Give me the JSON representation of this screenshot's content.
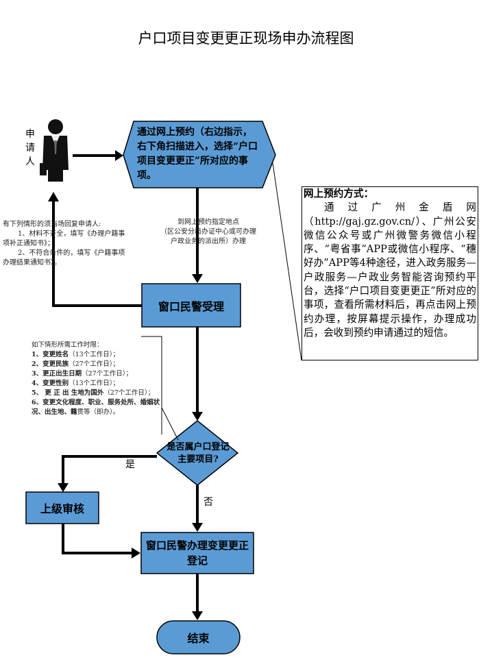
{
  "title": "户口项目变更更正现场申办流程图",
  "colors": {
    "node_fill": "#5b9bd5",
    "line": "#000000"
  },
  "applicant": {
    "label_chars": [
      "申",
      "请",
      "人"
    ],
    "icon": "person-icon"
  },
  "nodes": {
    "online_booking": "通过网上预约（右边指示，右下角扫描进入，选择“户口项目变更更正”所对应的事项。",
    "window_accept": "窗口民警受理",
    "decision": "是否属户口登记主要项目?",
    "higher_review": "上级审核",
    "window_process": "窗口民警办理变更更正登记",
    "end": "结束"
  },
  "notes": {
    "go_to_site": [
      "到网上预约指定地点",
      "（区公安分局办证中心或可办理",
      "户政业务的派出所）办理"
    ],
    "return_cases": [
      "有下列情形的须当场回复申请人:",
      "1、材料不齐全，填写《办理户籍事项补正通知书》；",
      "2、不符合条件的，填写《户籍事项办理结果通知书》。"
    ],
    "workdays": {
      "heading": "如下情形所需工作时限：",
      "items": [
        {
          "name": "1、变更姓名",
          "days": "（13个工作日）；"
        },
        {
          "name": "2、变更民族",
          "days": "（27个工作日）；"
        },
        {
          "name": "3、更正出生日期",
          "days": "（27个工作日）；"
        },
        {
          "name": "4、变更性别",
          "days": "（13个工作日）；"
        },
        {
          "name": "5、 更 正 出 生地为国外",
          "days": "（27个工作日）；"
        },
        {
          "name": "6、变更文化程度、职业、服务处所、婚姻状况、出生地、籍",
          "days": "贯等（即办）。"
        }
      ]
    }
  },
  "branch_labels": {
    "yes": "是",
    "no": "否"
  },
  "info": {
    "title": "网上预约方式：",
    "body": "通过广州金盾网（http://gaj.gz.gov.cn/）、广州公安微信公众号或广州微警务微信小程序、“粤省事”APP或微信小程序、“穗好办”APP等4种途径，进入政务服务—户政服务—户政业务智能咨询预约平台，选择“户口项目变更更正”所对应的事项，查看所需材料后，再点击网上预约办理，按屏幕提示操作，办理成功后，会收到预约申请通过的短信。"
  }
}
